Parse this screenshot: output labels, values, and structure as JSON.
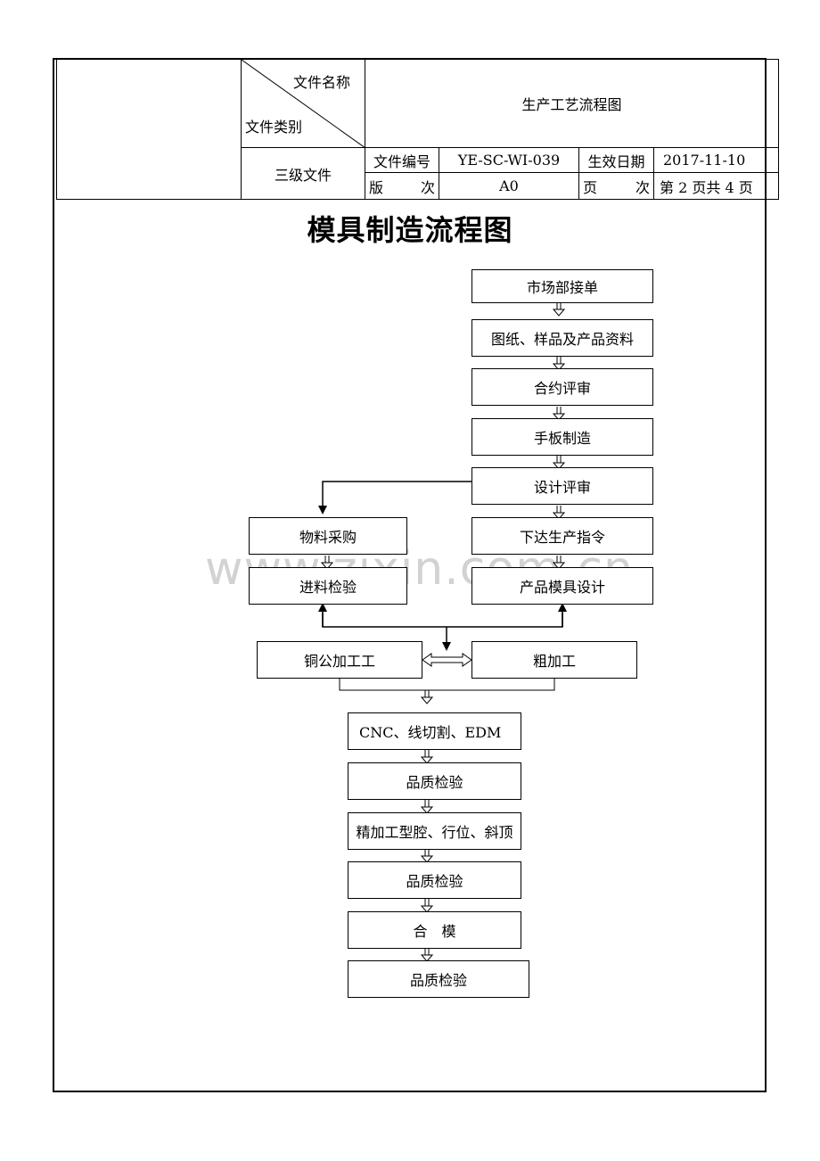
{
  "header": {
    "name_label": "文件名称",
    "type_label": "文件类别",
    "doc_type": "三级文件",
    "title": "生产工艺流程图",
    "no_label": "文件编号",
    "no_value": "YE-SC-WI-039",
    "date_label": "生效日期",
    "date_value": "2017-11-10",
    "version_label_a": "版",
    "version_label_b": "次",
    "version_value": "A0",
    "page_label_a": "页",
    "page_label_b": "次",
    "page_value": "第 2 页共 4 页"
  },
  "doc_title": "模具制造流程图",
  "flow": {
    "s1": "市场部接单",
    "s2": "图纸、样品及产品资料",
    "s3": "合约评审",
    "s4": "手板制造",
    "s5": "设计评审",
    "s6": "下达生产指令",
    "s7": "产品模具设计",
    "p1": "物料采购",
    "p2": "进料检验",
    "m1": "铜公加工工",
    "m2": "粗加工",
    "f1": "CNC、线切割、EDM",
    "f2": "品质检验",
    "f3": "精加工型腔、行位、斜顶",
    "f4": "品质检验",
    "f5": "合　模",
    "f6": "品质检验"
  },
  "watermark": "www.zixin.com.cn"
}
